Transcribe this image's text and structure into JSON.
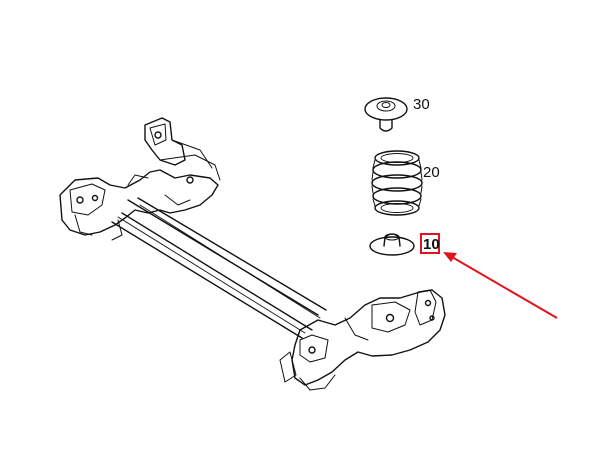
{
  "diagram": {
    "parts": [
      {
        "id": "washer",
        "label": "30"
      },
      {
        "id": "spring",
        "label": "20"
      },
      {
        "id": "seat",
        "label": "10",
        "highlighted": true
      }
    ],
    "colors": {
      "line": "#111111",
      "highlight": "#e0141c",
      "background": "#ffffff"
    }
  }
}
